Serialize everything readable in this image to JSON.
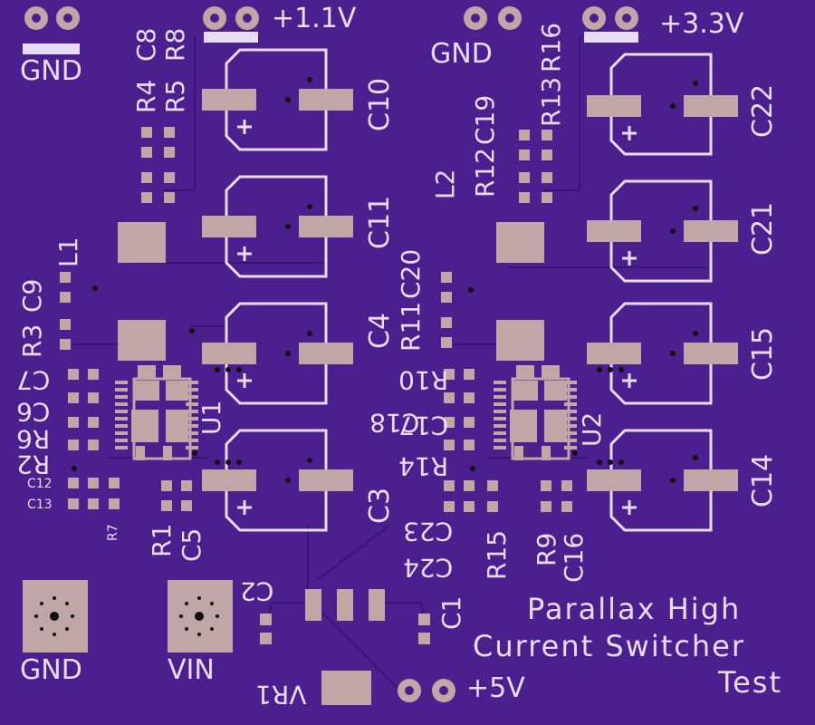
{
  "board": {
    "title_line1": "Parallax High",
    "title_line2": "Current Switcher",
    "title_line3": "Test"
  },
  "colors": {
    "board": "#4b1f8d",
    "copper": "#c0a6a6",
    "silk": "#e8dcf5",
    "trace": "#3a1378"
  },
  "rails": {
    "gnd_top_left": "GND",
    "v11": "+1.1V",
    "gnd_top_mid": "GND",
    "v33": "+3.3V",
    "v5": "+5V",
    "gnd_bottom": "GND",
    "vin": "VIN"
  },
  "refs": {
    "r4": "R4",
    "c8": "C8",
    "r5": "R5",
    "r8": "R8",
    "c10": "C10",
    "c11": "C11",
    "c4": "C4",
    "c3": "C3",
    "l1": "L1",
    "r3": "R3",
    "c9": "C9",
    "c6": "C6",
    "c7": "C7",
    "r6": "R6",
    "r2": "R2",
    "c12": "C12",
    "c13": "C13",
    "r7": "R7",
    "r1": "R1",
    "c5": "C5",
    "u1": "U1",
    "c2": "C2",
    "c1": "C1",
    "vr1": "VR1",
    "l2": "L2",
    "r12": "R12",
    "c19": "C19",
    "r13": "R13",
    "r16": "R16",
    "r11": "R11",
    "c20": "C20",
    "c18": "C18",
    "r10": "R10",
    "c17": "C17",
    "r14": "R14",
    "c23": "C23",
    "c24": "C24",
    "r15": "R15",
    "r9": "R9",
    "c16": "C16",
    "c22": "C22",
    "c21": "C21",
    "c15": "C15",
    "c14": "C14",
    "u2": "U2"
  }
}
